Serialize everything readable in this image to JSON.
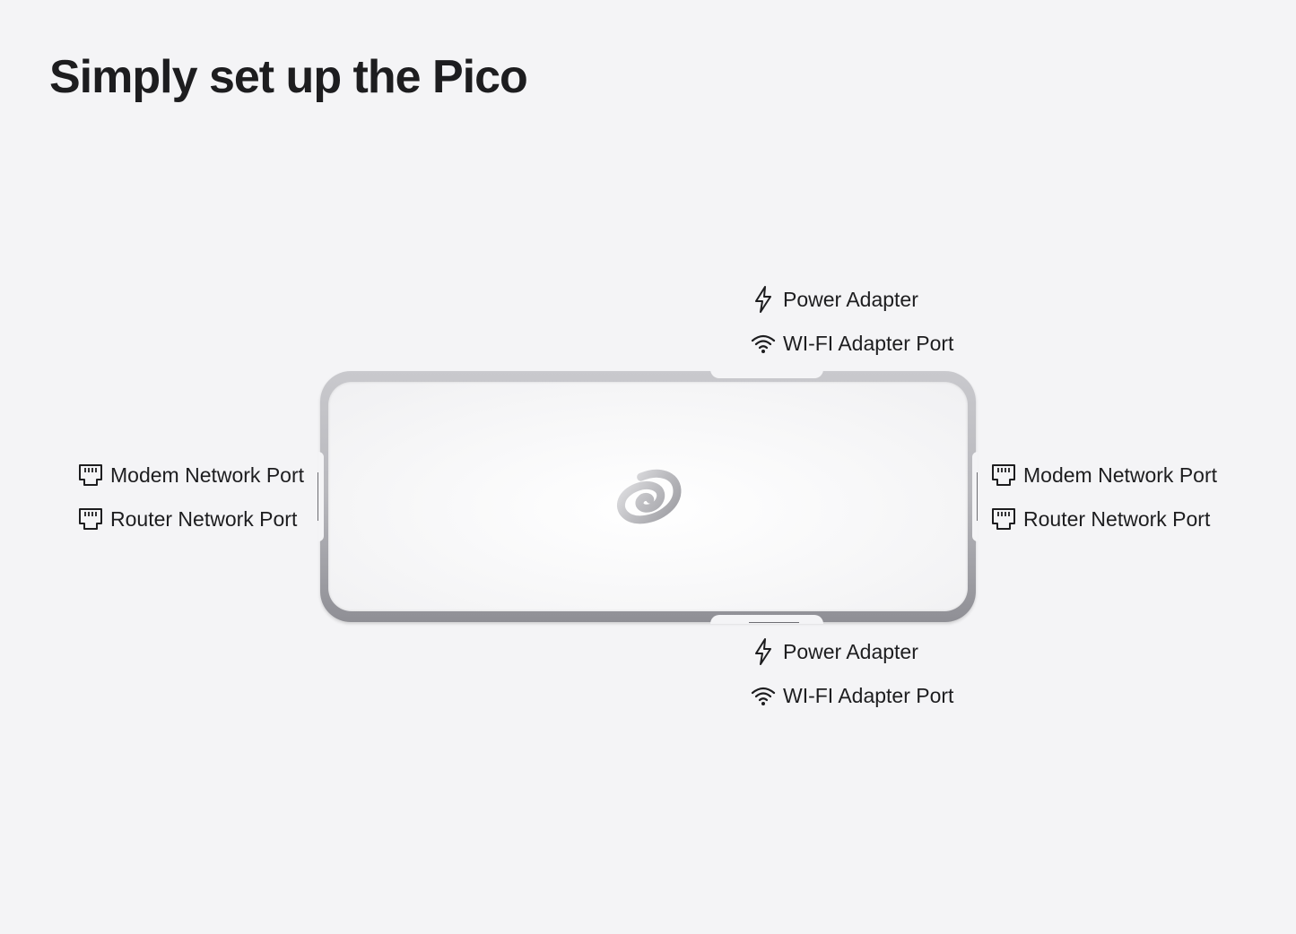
{
  "title": "Simply set up the Pico",
  "device": {
    "logo_icon": "swirl-logo-icon"
  },
  "top_ports": [
    {
      "icon": "lightning-bolt-icon",
      "label": "Power Adapter"
    },
    {
      "icon": "wifi-icon",
      "label": "WI-FI Adapter Port"
    }
  ],
  "bottom_ports": [
    {
      "icon": "lightning-bolt-icon",
      "label": "Power Adapter"
    },
    {
      "icon": "wifi-icon",
      "label": "WI-FI Adapter Port"
    }
  ],
  "left_ports": [
    {
      "icon": "ethernet-port-icon",
      "label": "Modem Network Port"
    },
    {
      "icon": "ethernet-port-icon",
      "label": "Router Network Port"
    }
  ],
  "right_ports": [
    {
      "icon": "ethernet-port-icon",
      "label": "Modem Network Port"
    },
    {
      "icon": "ethernet-port-icon",
      "label": "Router Network Port"
    }
  ],
  "colors": {
    "background": "#f4f4f6",
    "text": "#1d1d1f",
    "device_frame": "#b7b7bc",
    "device_face": "#ffffff"
  }
}
